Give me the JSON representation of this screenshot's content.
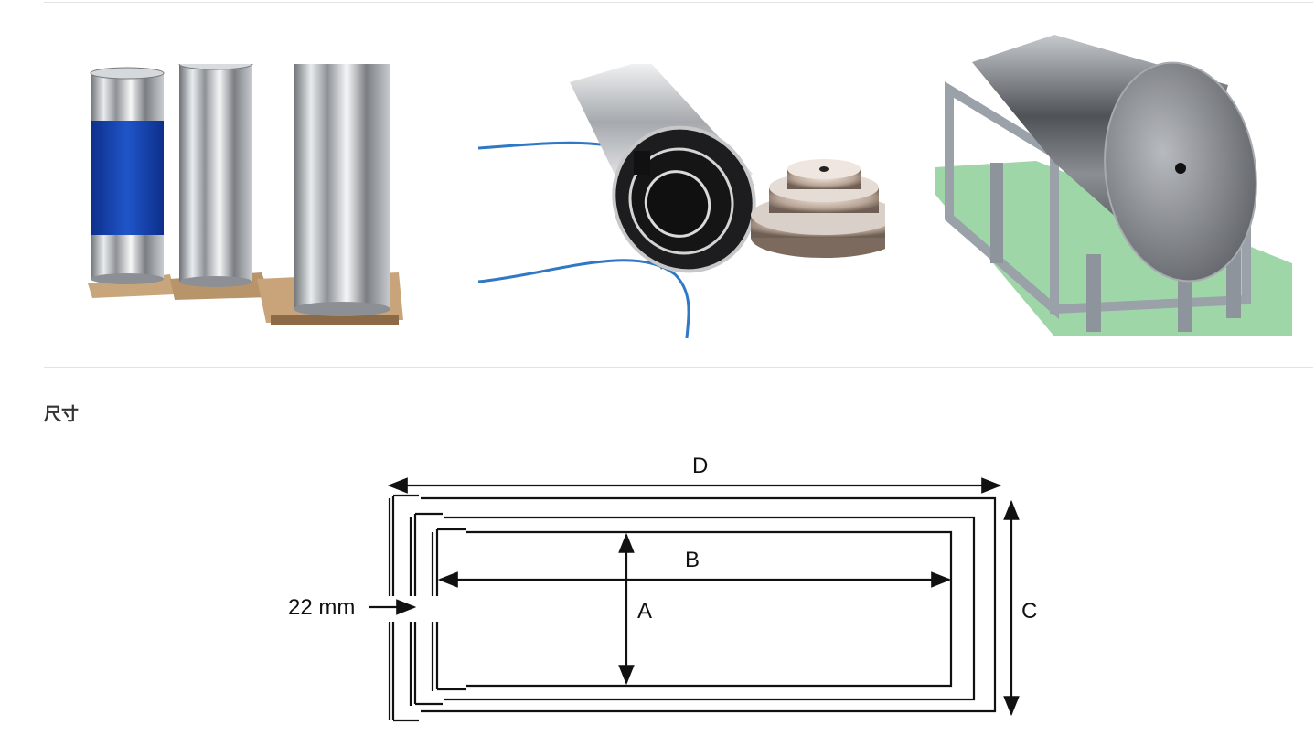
{
  "gallery": {
    "images": [
      {
        "alt": "cylinders-on-pallets"
      },
      {
        "alt": "shield-with-cable-and-caps"
      },
      {
        "alt": "horizontal-shield-on-frame"
      }
    ]
  },
  "section": {
    "title": "尺寸"
  },
  "diagram": {
    "labels": {
      "d": "D",
      "b": "B",
      "a": "A",
      "c": "C",
      "gap": "22 mm"
    }
  },
  "colors": {
    "cable_blue": "#2f78c5",
    "wrap_blue": "#1a49b8",
    "frame_gray": "#9aa1a8",
    "base_green": "#9fd6a8",
    "line": "#111111"
  }
}
